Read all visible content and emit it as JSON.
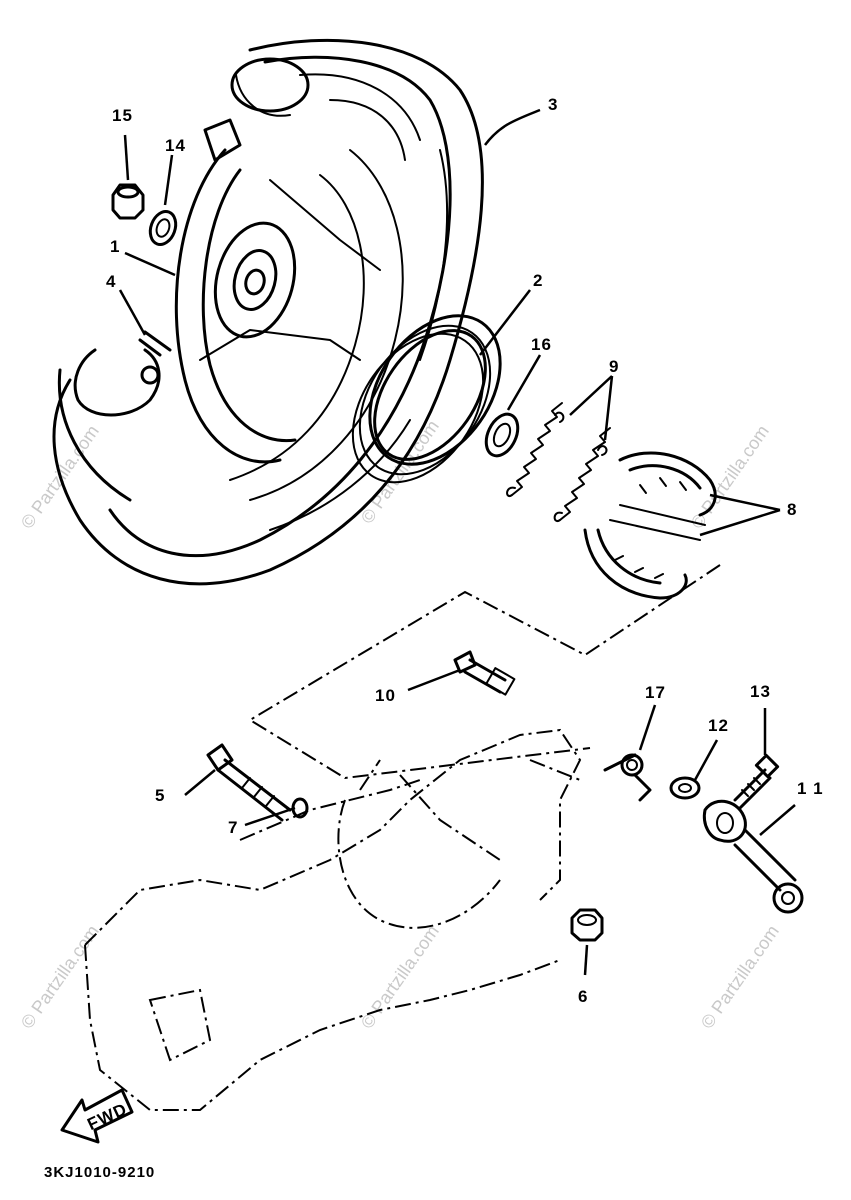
{
  "diagram_code": "3KJ1010-9210",
  "fwd_label": "FWD",
  "watermark": "© Partzilla.com",
  "callouts": {
    "c1": "1",
    "c2": "2",
    "c3": "3",
    "c4": "4",
    "c5": "5",
    "c6": "6",
    "c7": "7",
    "c8": "8",
    "c9": "9",
    "c10": "10",
    "c11": "1 1",
    "c12": "12",
    "c13": "13",
    "c14": "14",
    "c15": "15",
    "c16": "16",
    "c17": "17"
  }
}
